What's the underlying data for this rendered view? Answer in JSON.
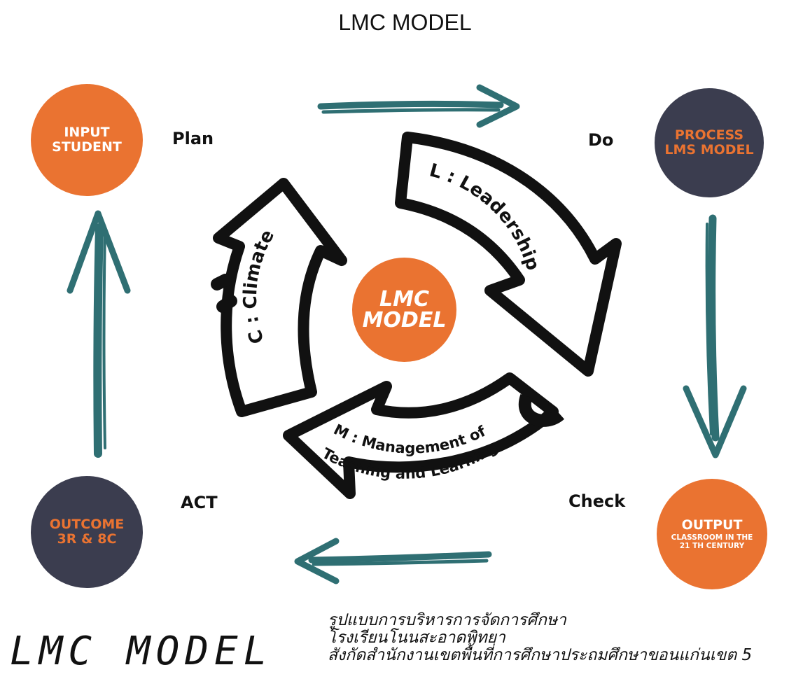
{
  "title": "LMC MODEL",
  "colors": {
    "orange": "#ea7331",
    "navy": "#3b3d4f",
    "teal": "#2f6f73",
    "ink": "#111111"
  },
  "nodes": {
    "input": {
      "line1": "INPUT",
      "line2": "STUDENT"
    },
    "process": {
      "line1": "PROCESS",
      "line2": "LMS MODEL"
    },
    "output": {
      "line1": "OUTPUT",
      "line2": "CLASSROOM IN THE",
      "line3": "21 TH CENTURY"
    },
    "outcome": {
      "line1": "OUTCOME",
      "line2": "3R & 8C"
    },
    "center": {
      "line1": "LMC",
      "line2": "MODEL"
    }
  },
  "phases": {
    "plan": "Plan",
    "do": "Do",
    "check": "Check",
    "act": "ACT"
  },
  "cycle": {
    "leadership": "L : Leadership",
    "climate": "C : Climate",
    "management_line1": "M : Management of",
    "management_line2": "Teaching and Learning"
  },
  "footer": {
    "logo_text": "LMC MODEL",
    "line1": "รูปแบบการบริหารการจัดการศึกษา",
    "line2": "โรงเรียนโนนสะอาดพิทยา",
    "line3": "สังกัดสำนักงานเขตพื้นที่การศึกษาประถมศึกษาขอนแก่นเขต 5"
  }
}
